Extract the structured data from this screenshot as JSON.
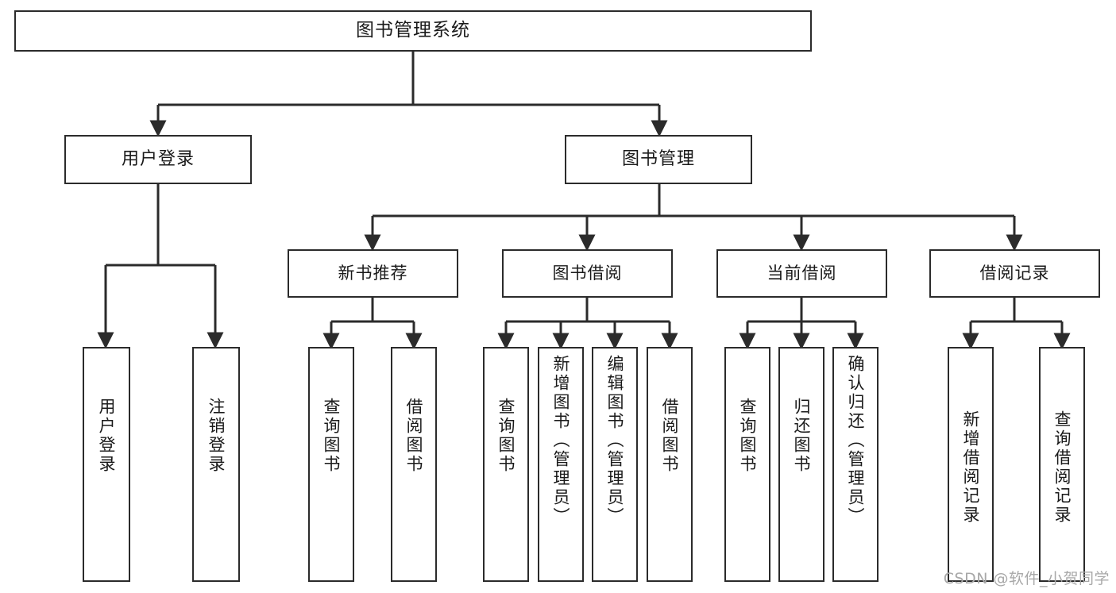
{
  "diagram": {
    "type": "tree",
    "title": "图书管理系统",
    "watermark": "CSDN @软件_小贺同学",
    "colors": {
      "box_border": "#2b2b2b",
      "box_fill": "#ffffff",
      "connector": "#2b2b2b",
      "text": "#1a1a1a",
      "watermark": "#a8a8a8",
      "background": "#ffffff"
    },
    "root": {
      "label": "图书管理系统"
    },
    "level1": [
      {
        "label": "用户登录"
      },
      {
        "label": "图书管理"
      }
    ],
    "level2": [
      {
        "label": "新书推荐"
      },
      {
        "label": "图书借阅"
      },
      {
        "label": "当前借阅"
      },
      {
        "label": "借阅记录"
      }
    ],
    "leaves": {
      "user_login": [
        {
          "label": "用户登录"
        },
        {
          "label": "注销登录"
        }
      ],
      "new_book_recommend": [
        {
          "label": "查询图书"
        },
        {
          "label": "借阅图书"
        }
      ],
      "book_borrow": [
        {
          "label": "查询图书"
        },
        {
          "label": "新增图书（管理员）"
        },
        {
          "label": "编辑图书（管理员）"
        },
        {
          "label": "借阅图书"
        }
      ],
      "current_borrow": [
        {
          "label": "查询图书"
        },
        {
          "label": "归还图书"
        },
        {
          "label": "确认归还（管理员）"
        }
      ],
      "borrow_record": [
        {
          "label": "新增借阅记录"
        },
        {
          "label": "查询借阅记录"
        }
      ]
    }
  }
}
